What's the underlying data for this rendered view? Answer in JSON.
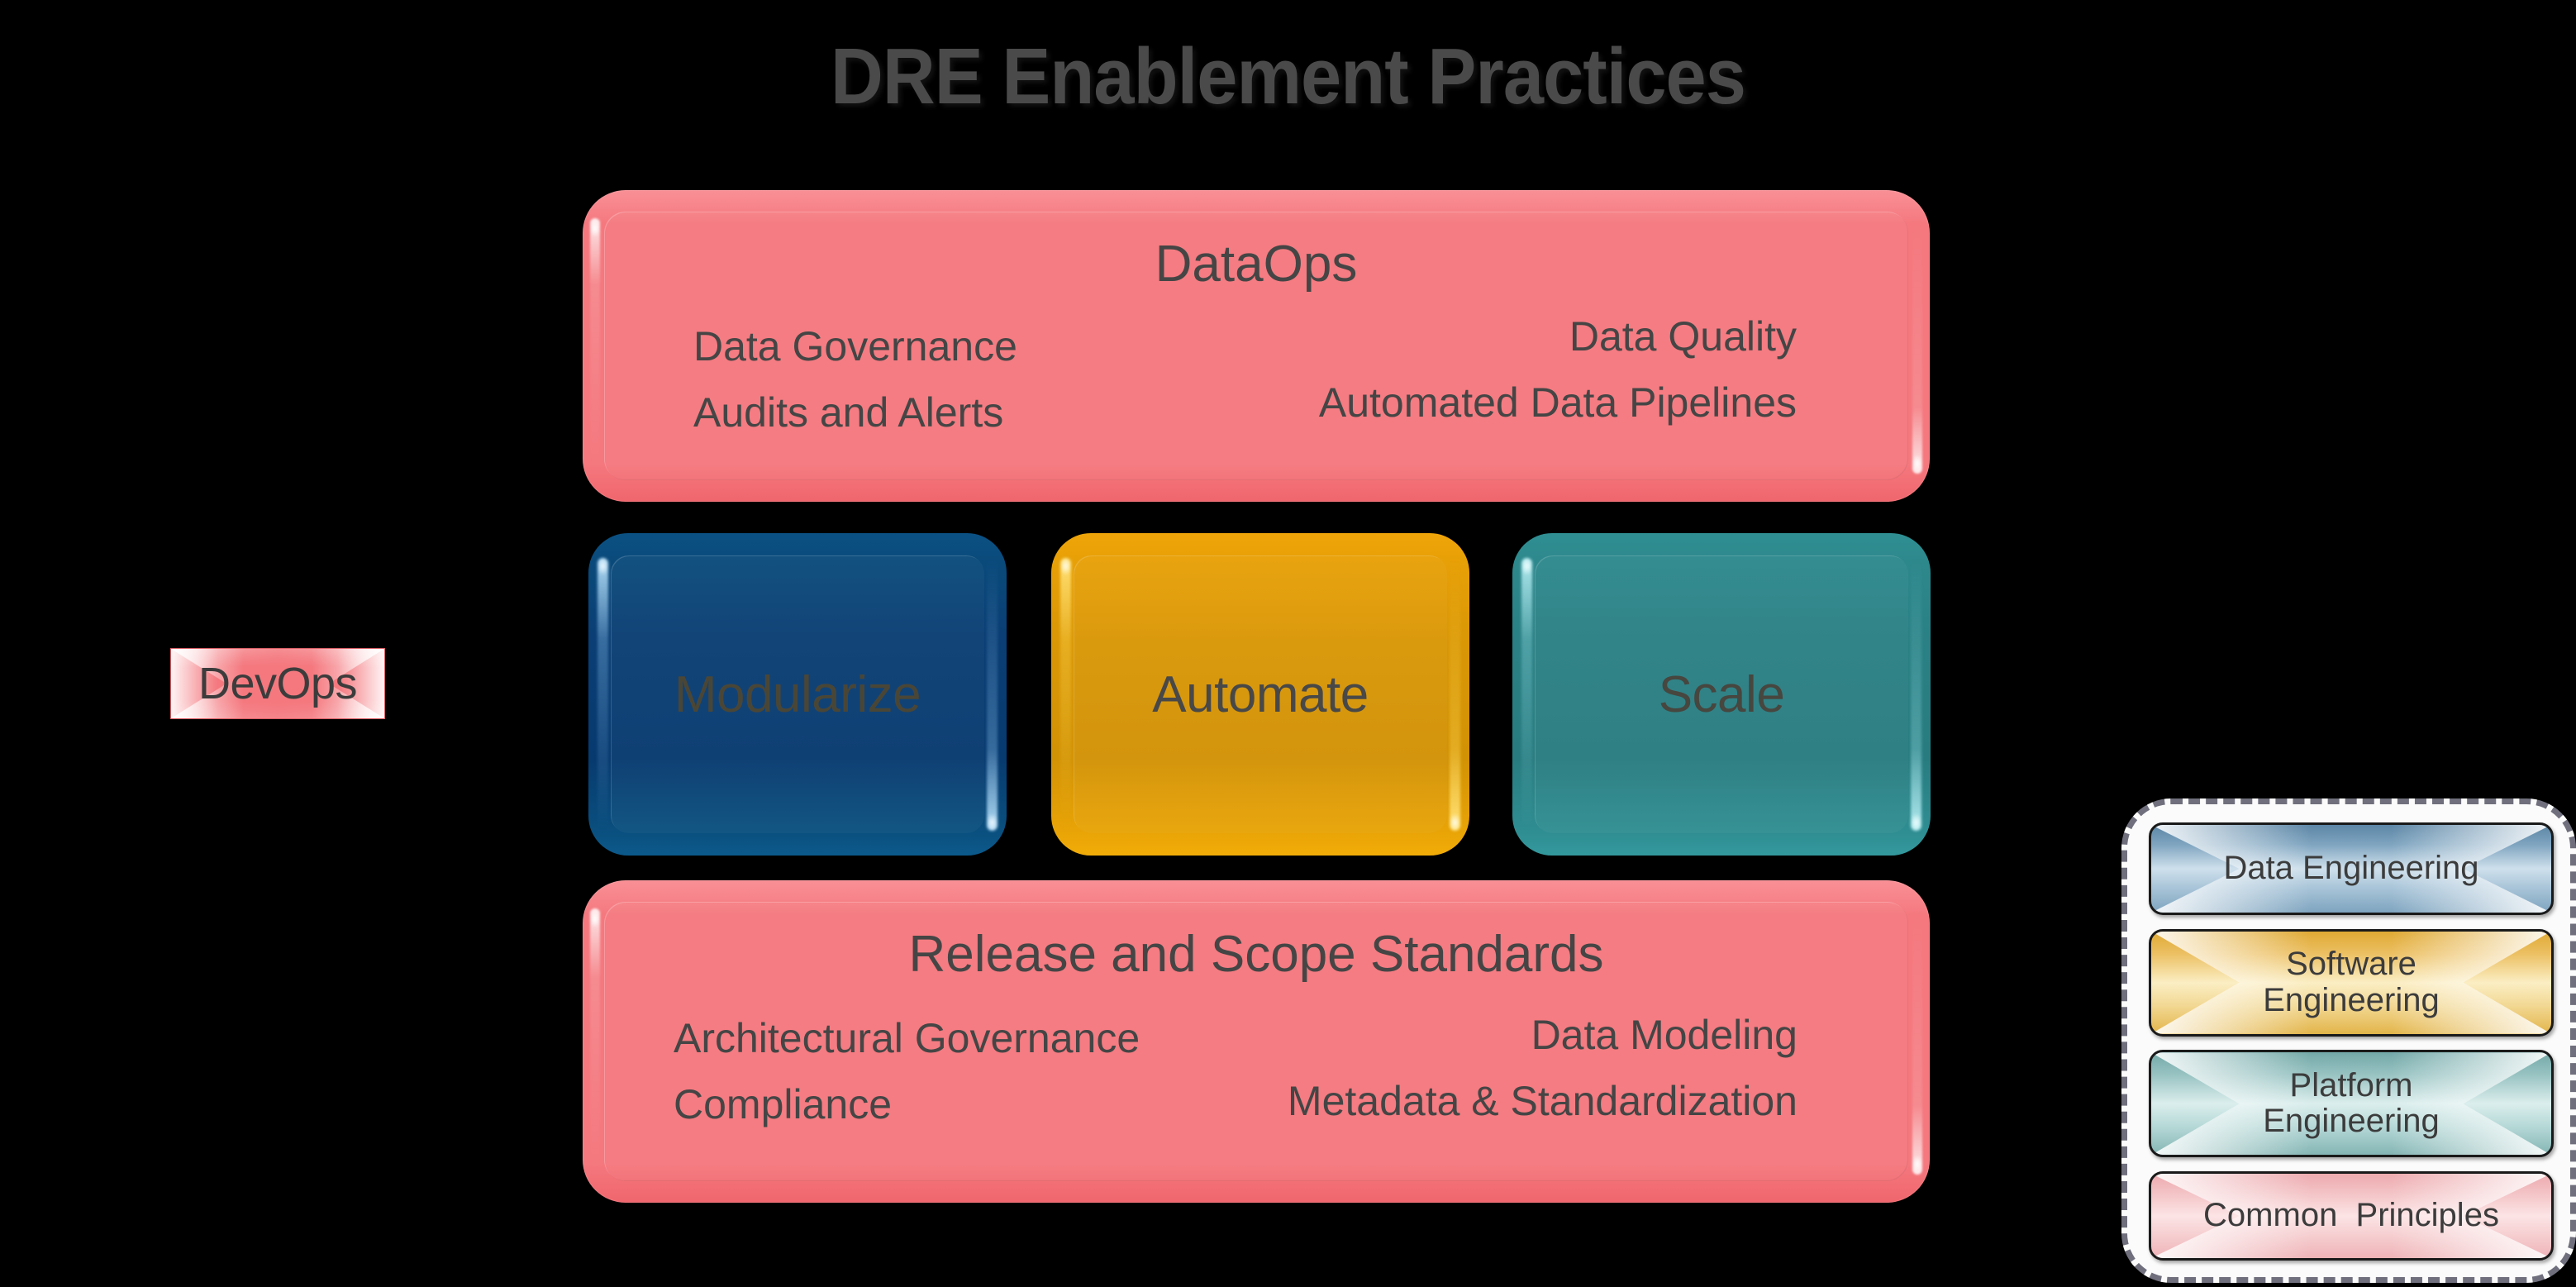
{
  "slide": {
    "title": "DRE Enablement Practices",
    "background_color": "#000000",
    "title_color": "#4a4a4a"
  },
  "devops": {
    "label": "DevOps",
    "color": "#f4787e"
  },
  "banners": [
    {
      "heading": "DataOps",
      "color": "#f4787e",
      "left_items": [
        "Data Governance",
        "Audits and Alerts"
      ],
      "right_items": [
        "Data Quality",
        "Automated Data Pipelines"
      ]
    },
    {
      "heading": "Release and Scope Standards",
      "color": "#f4787e",
      "left_items": [
        "Architectural Governance",
        "Compliance"
      ],
      "right_items": [
        "Data Modeling",
        "Metadata & Standardization"
      ]
    }
  ],
  "pillars": [
    {
      "label": "Modularize",
      "color": "#0a3e74"
    },
    {
      "label": "Automate",
      "color": "#d99706"
    },
    {
      "label": "Scale",
      "color": "#2a8084"
    }
  ],
  "legend": {
    "border_color": "#6f6f7d",
    "background_color": "#fbfbfb",
    "items": [
      {
        "label": "Data Engineering",
        "color": "#7ea4bf"
      },
      {
        "label": "Software\nEngineering",
        "color": "#e3b54a"
      },
      {
        "label": "Platform\nEngineering",
        "color": "#84b5b4"
      },
      {
        "label": "Common  Principles",
        "color": "#efb3b7"
      }
    ]
  }
}
